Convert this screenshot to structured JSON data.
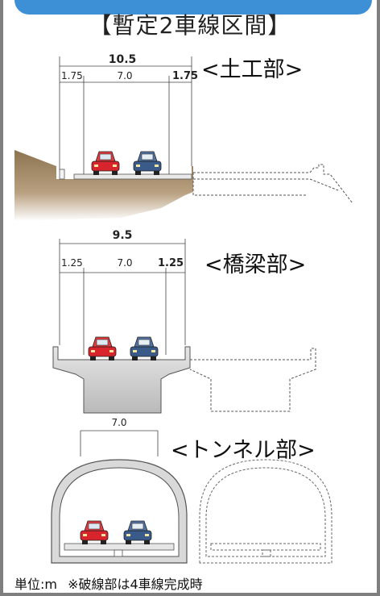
{
  "title": "【暫定2車線区間】",
  "sections": {
    "earthwork": {
      "label": "<土工部>",
      "total": "10.5",
      "left": "1.75",
      "center": "7.0",
      "right": "1.75"
    },
    "bridge": {
      "label": "<橋梁部>",
      "total": "9.5",
      "left": "1.25",
      "center": "7.0",
      "right": "1.25"
    },
    "tunnel": {
      "label": "<トンネル部>",
      "center": "7.0"
    }
  },
  "footer": {
    "unit": "単位:m",
    "note": "※破線部は4車線完成時"
  },
  "colors": {
    "banner": "#3d8fd6",
    "frame": "#7f7f7f",
    "soil": "#a88f6a",
    "concrete": "#cfcfcf",
    "car_red": "#d8242c",
    "car_blue": "#3a5a8a"
  }
}
